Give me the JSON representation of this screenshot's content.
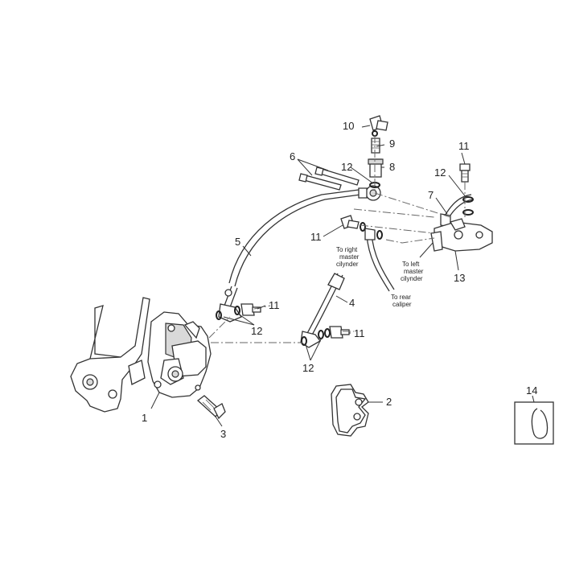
{
  "labels": {
    "n1": "1",
    "n2": "2",
    "n3": "3",
    "n4": "4",
    "n5": "5",
    "n6": "6",
    "n7": "7",
    "n8": "8",
    "n9": "9",
    "n10": "10",
    "n11a": "11",
    "n11b": "11",
    "n11c": "11",
    "n11d": "11",
    "n12a": "12",
    "n12b": "12",
    "n12c": "12",
    "n12d": "12",
    "n13": "13",
    "n14": "14"
  },
  "notes": {
    "right_master": [
      "To right",
      "master",
      "cilynder"
    ],
    "left_master": [
      "To left",
      "master",
      "cilynder"
    ],
    "rear_caliper": [
      "To rear",
      "caliper"
    ]
  }
}
